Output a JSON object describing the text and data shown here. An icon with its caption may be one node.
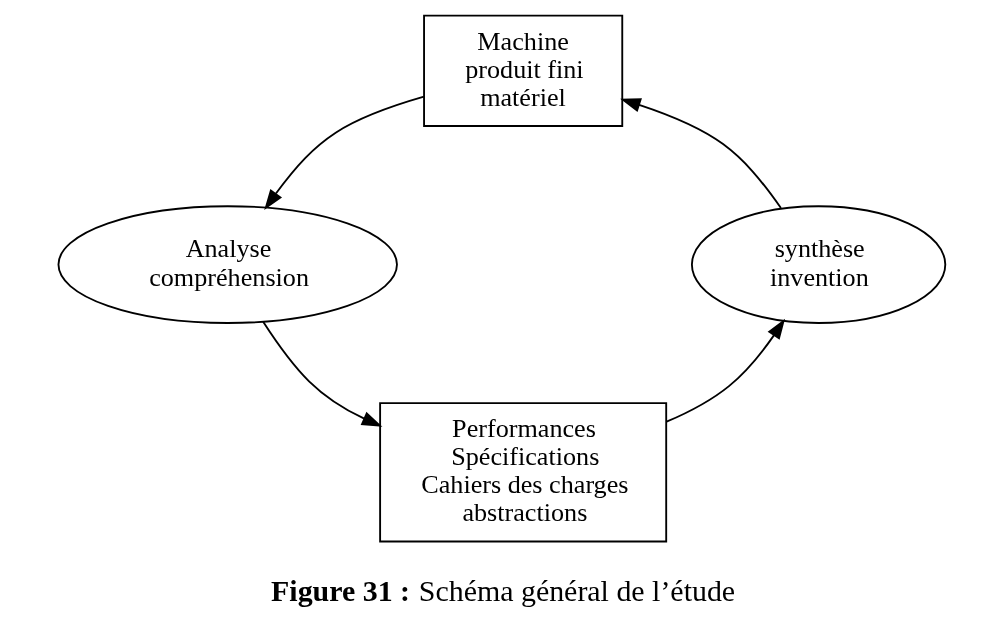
{
  "diagram": {
    "caption": "**Figure 31 :** Schéma général de l’étude",
    "nodes": [
      {
        "text": [
          "Machine",
          "produit fini",
          "matériel"
        ]
      },
      {
        "text": [
          "Analyse",
          "compréhension"
        ]
      },
      {
        "text": [
          "Performances",
          "Spécifications",
          "Cahiers des charges",
          "abstractions"
        ]
      },
      {
        "text": [
          "synthèse",
          "invention"
        ]
      }
    ],
    "edges": [
      {
        "from": 0,
        "to": 1,
        "arrow": "to"
      },
      {
        "from": 1,
        "to": 2,
        "arrow": "to"
      },
      {
        "from": 2,
        "to": 3,
        "arrow": "to"
      },
      {
        "from": 3,
        "to": 0,
        "arrow": "to"
      }
    ]
  }
}
